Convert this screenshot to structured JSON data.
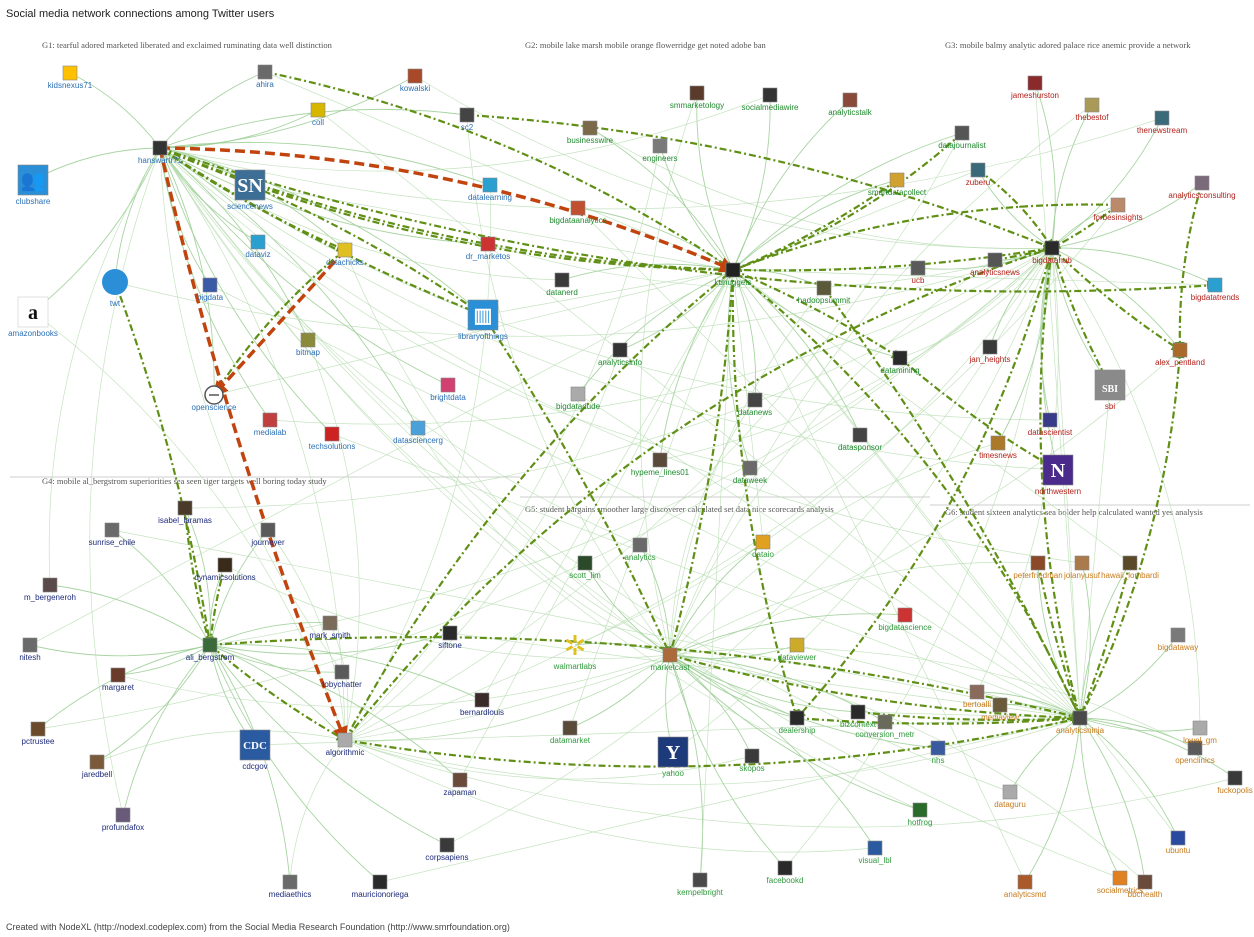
{
  "title": "Social media network connections among Twitter users",
  "credit": "Created with NodeXL (http://nodexl.codeplex.com) from the Social Media Research Foundation (http://www.smrfoundation.org)",
  "colors": {
    "g1": "#2a6fb5",
    "g2": "#1f8a2e",
    "g3": "#b2201a",
    "g4": "#1d2a7a",
    "g5": "#2f9a3c",
    "g6": "#c77a1a",
    "edge": "#3c9a3c",
    "highlight": "#c1440e",
    "highlightdark": "#5f8f14"
  },
  "groups": [
    {
      "id": "G1",
      "text": "G1: tearful adored marketed liberated and exclaimed ruminating data well distinction"
    },
    {
      "id": "G2",
      "text": "G2: mobile lake marsh mobile orange flowerridge get noted adobe ban"
    },
    {
      "id": "G3",
      "text": "G3: mobile balmy analytic adored palace rice anemic provide a network"
    },
    {
      "id": "G4",
      "text": "G4: mobile al_bergstrom superiorities sea seen tiger targets well boring today study"
    },
    {
      "id": "G5",
      "text": "G5: student bargains smoother large discoverer calculated set data nice scorecards analysis"
    },
    {
      "id": "G6",
      "text": "G6: student sixteen analytics sea bolder help calculated wanted yes analysis"
    }
  ],
  "nodes": [
    {
      "id": "n1",
      "label": "kidsnexus71",
      "icon": "generic-icon",
      "color": "#ffc000",
      "group": "g1"
    },
    {
      "id": "n2",
      "label": "ahira",
      "icon": "avatar-icon",
      "color": "#6a6a6a",
      "group": "g1"
    },
    {
      "id": "n3",
      "label": "kowalski",
      "icon": "avatar-icon",
      "color": "#a84a2a",
      "group": "g1"
    },
    {
      "id": "n4",
      "label": "hanswartr71",
      "icon": "avatar-icon",
      "color": "#333333",
      "group": "g1"
    },
    {
      "id": "n5",
      "label": "coll",
      "icon": "avatar-icon",
      "color": "#d7b600",
      "group": "g1"
    },
    {
      "id": "n6",
      "label": "sc2",
      "icon": "avatar-icon",
      "color": "#444444",
      "group": "g1"
    },
    {
      "id": "n7",
      "label": "clubshare",
      "icon": "clubshare-icon",
      "color": "#2a8fd6",
      "group": "g1"
    },
    {
      "id": "n8",
      "label": "sciencenews",
      "icon": "sn-icon",
      "color": "#3d6e96",
      "group": "g1"
    },
    {
      "id": "n9",
      "label": "twt",
      "icon": "globe-icon",
      "color": "#2a8fd6",
      "group": "g1"
    },
    {
      "id": "n10",
      "label": "amazonbooks",
      "icon": "amazon-icon",
      "color": "#111111",
      "group": "g1"
    },
    {
      "id": "n11",
      "label": "bigdata",
      "icon": "avatar-icon",
      "color": "#3a5aa8",
      "group": "g1"
    },
    {
      "id": "n12",
      "label": "datachicks",
      "icon": "avatar-icon",
      "color": "#e0c020",
      "group": "g1"
    },
    {
      "id": "n13",
      "label": "dataviz",
      "icon": "avatar-icon",
      "color": "#2aa0d0",
      "group": "g1"
    },
    {
      "id": "n14",
      "label": "openscience",
      "icon": "circle-icon",
      "color": "#555555",
      "group": "g1"
    },
    {
      "id": "n15",
      "label": "medialab",
      "icon": "avatar-icon",
      "color": "#c04040",
      "group": "g1"
    },
    {
      "id": "n16",
      "label": "bitmap",
      "icon": "avatar-icon",
      "color": "#8a8a3a",
      "group": "g1"
    },
    {
      "id": "n17",
      "label": "techsolutions",
      "icon": "avatar-icon",
      "color": "#cc2222",
      "group": "g1"
    },
    {
      "id": "n18",
      "label": "datasciencerg",
      "icon": "avatar-icon",
      "color": "#4aa0d8",
      "group": "g1"
    },
    {
      "id": "n19",
      "label": "brightdata",
      "icon": "avatar-icon",
      "color": "#d04070",
      "group": "g1"
    },
    {
      "id": "n20",
      "label": "libraryofthings",
      "icon": "book-icon",
      "color": "#2a8fd6",
      "group": "g1"
    },
    {
      "id": "n21",
      "label": "dr_marketos",
      "icon": "avatar-icon",
      "color": "#cc3333",
      "group": "g1"
    },
    {
      "id": "n22",
      "label": "datalearning",
      "icon": "avatar-icon",
      "color": "#2aa0d0",
      "group": "g1"
    },
    {
      "id": "n23",
      "label": "bigdataanalytics",
      "icon": "avatar-icon",
      "color": "#c05030",
      "group": "g2"
    },
    {
      "id": "n24",
      "label": "smmarketology",
      "icon": "avatar-icon",
      "color": "#5a3a2a",
      "group": "g2"
    },
    {
      "id": "n25",
      "label": "socialmediawire",
      "icon": "avatar-icon",
      "color": "#333333",
      "group": "g2"
    },
    {
      "id": "n26",
      "label": "analyticstalk",
      "icon": "avatar-icon",
      "color": "#8a4a3a",
      "group": "g2"
    },
    {
      "id": "n27",
      "label": "businesswire",
      "icon": "avatar-icon",
      "color": "#7a6a4a",
      "group": "g2"
    },
    {
      "id": "n28",
      "label": "engineers",
      "icon": "avatar-icon",
      "color": "#7a7a7a",
      "group": "g2"
    },
    {
      "id": "n29",
      "label": "kdnuggets",
      "icon": "avatar-icon",
      "color": "#222222",
      "group": "g2"
    },
    {
      "id": "n30",
      "label": "hadoopsummit",
      "icon": "avatar-icon",
      "color": "#5a5a3a",
      "group": "g2"
    },
    {
      "id": "n31",
      "label": "datanerd",
      "icon": "avatar-icon",
      "color": "#3a3a3a",
      "group": "g2"
    },
    {
      "id": "n32",
      "label": "smartdatacollect",
      "icon": "avatar-icon",
      "color": "#d0a030",
      "group": "g2"
    },
    {
      "id": "n33",
      "label": "datamining",
      "icon": "avatar-icon",
      "color": "#2a2a2a",
      "group": "g2"
    },
    {
      "id": "n34",
      "label": "analyticsinfo",
      "icon": "avatar-icon",
      "color": "#333333",
      "group": "g2"
    },
    {
      "id": "n35",
      "label": "bigdatadude",
      "icon": "avatar-icon",
      "color": "#aaaaaa",
      "group": "g2"
    },
    {
      "id": "n36",
      "label": "datanews",
      "icon": "avatar-icon",
      "color": "#444444",
      "group": "g2"
    },
    {
      "id": "n37",
      "label": "dataweek",
      "icon": "avatar-icon",
      "color": "#6a6a6a",
      "group": "g2"
    },
    {
      "id": "n38",
      "label": "datasponsor",
      "icon": "avatar-icon",
      "color": "#444444",
      "group": "g2"
    },
    {
      "id": "n39",
      "label": "hypeme_lines01",
      "icon": "avatar-icon",
      "color": "#5a4a3a",
      "group": "g2"
    },
    {
      "id": "n40",
      "label": "datajournalist",
      "icon": "avatar-icon",
      "color": "#555555",
      "group": "g2"
    },
    {
      "id": "n41",
      "label": "jameshurston",
      "icon": "avatar-icon",
      "color": "#8a2a2a",
      "group": "g3"
    },
    {
      "id": "n42",
      "label": "thebestof",
      "icon": "avatar-icon",
      "color": "#aa9a5a",
      "group": "g3"
    },
    {
      "id": "n43",
      "label": "thenewstream",
      "icon": "avatar-icon",
      "color": "#3a6a7a",
      "group": "g3"
    },
    {
      "id": "n44",
      "label": "zuberu",
      "icon": "avatar-icon",
      "color": "#3a6a7a",
      "group": "g3"
    },
    {
      "id": "n45",
      "label": "analyticsconsulting",
      "icon": "avatar-icon",
      "color": "#7a6a7a",
      "group": "g3"
    },
    {
      "id": "n46",
      "label": "forbesinsights",
      "icon": "avatar-icon",
      "color": "#bb8a6a",
      "group": "g3"
    },
    {
      "id": "n47",
      "label": "bigdatahub",
      "icon": "avatar-icon",
      "color": "#2a2a2a",
      "group": "g3"
    },
    {
      "id": "n48",
      "label": "analyticsnews",
      "icon": "avatar-icon",
      "color": "#555555",
      "group": "g3"
    },
    {
      "id": "n49",
      "label": "datascientist",
      "icon": "avatar-icon",
      "color": "#3a3a8a",
      "group": "g3"
    },
    {
      "id": "n50",
      "label": "bigdatatrends",
      "icon": "avatar-icon",
      "color": "#2aa0d0",
      "group": "g3"
    },
    {
      "id": "n51",
      "label": "jan_heights",
      "icon": "avatar-icon",
      "color": "#3a3a3a",
      "group": "g3"
    },
    {
      "id": "n52",
      "label": "alex_pentland",
      "icon": "avatar-icon",
      "color": "#aa6a2a",
      "group": "g3"
    },
    {
      "id": "n53",
      "label": "sbi",
      "icon": "sbi-icon",
      "color": "#8a8a8a",
      "group": "g3"
    },
    {
      "id": "n54",
      "label": "timesnews",
      "icon": "avatar-icon",
      "color": "#aa7a2a",
      "group": "g3"
    },
    {
      "id": "n55",
      "label": "northwestern",
      "icon": "n-icon",
      "color": "#4a2a8a",
      "group": "g3"
    },
    {
      "id": "n56",
      "label": "ucb",
      "icon": "avatar-icon",
      "color": "#5a5a5a",
      "group": "g3"
    },
    {
      "id": "n57",
      "label": "isabel_laramas",
      "icon": "avatar-icon",
      "color": "#4a3a2a",
      "group": "g4"
    },
    {
      "id": "n58",
      "label": "journeyer",
      "icon": "avatar-icon",
      "color": "#5a5a5a",
      "group": "g4"
    },
    {
      "id": "n59",
      "label": "sunrise_chile",
      "icon": "avatar-icon",
      "color": "#6a6a6a",
      "group": "g4"
    },
    {
      "id": "n60",
      "label": "dynamicsolutions",
      "icon": "avatar-icon",
      "color": "#3a2a1a",
      "group": "g4"
    },
    {
      "id": "n61",
      "label": "m_bergeneroh",
      "icon": "avatar-icon",
      "color": "#5a4a4a",
      "group": "g4"
    },
    {
      "id": "n62",
      "label": "nitesh",
      "icon": "avatar-icon",
      "color": "#6a6a6a",
      "group": "g4"
    },
    {
      "id": "n63",
      "label": "ali_bergstrom",
      "icon": "avatar-icon",
      "color": "#3a6a3a",
      "group": "g4"
    },
    {
      "id": "n64",
      "label": "mark_smith",
      "icon": "avatar-icon",
      "color": "#7a6a5a",
      "group": "g4"
    },
    {
      "id": "n65",
      "label": "siftone",
      "icon": "avatar-icon",
      "color": "#2a2a2a",
      "group": "g4"
    },
    {
      "id": "n66",
      "label": "margaret",
      "icon": "avatar-icon",
      "color": "#6a3a2a",
      "group": "g4"
    },
    {
      "id": "n67",
      "label": "tobychatter",
      "icon": "avatar-icon",
      "color": "#5a5a5a",
      "group": "g4"
    },
    {
      "id": "n68",
      "label": "bernardlouis",
      "icon": "avatar-icon",
      "color": "#3a2a2a",
      "group": "g4"
    },
    {
      "id": "n69",
      "label": "pctrustee",
      "icon": "avatar-icon",
      "color": "#6a4a2a",
      "group": "g4"
    },
    {
      "id": "n70",
      "label": "jaredbell",
      "icon": "avatar-icon",
      "color": "#7a5a3a",
      "group": "g4"
    },
    {
      "id": "n71",
      "label": "cdcgov",
      "icon": "cdc-icon",
      "color": "#2a5aa0",
      "group": "g4"
    },
    {
      "id": "n72",
      "label": "algorithmic",
      "icon": "avatar-icon",
      "color": "#aaaaaa",
      "group": "g4"
    },
    {
      "id": "n73",
      "label": "profundafox",
      "icon": "avatar-icon",
      "color": "#6a5a7a",
      "group": "g4"
    },
    {
      "id": "n74",
      "label": "zapaman",
      "icon": "avatar-icon",
      "color": "#6a4a3a",
      "group": "g4"
    },
    {
      "id": "n75",
      "label": "corpsapiens",
      "icon": "avatar-icon",
      "color": "#3a3a3a",
      "group": "g4"
    },
    {
      "id": "n76",
      "label": "mediaethics",
      "icon": "avatar-icon",
      "color": "#6a6a6a",
      "group": "g4"
    },
    {
      "id": "n77",
      "label": "mauricionoriega",
      "icon": "avatar-icon",
      "color": "#2a2a2a",
      "group": "g4"
    },
    {
      "id": "n78",
      "label": "scott_lim",
      "icon": "avatar-icon",
      "color": "#2a4a2a",
      "group": "g5"
    },
    {
      "id": "n79",
      "label": "analytics",
      "icon": "avatar-icon",
      "color": "#6a6a6a",
      "group": "g5"
    },
    {
      "id": "n80",
      "label": "dataio",
      "icon": "avatar-icon",
      "color": "#e0a020",
      "group": "g5"
    },
    {
      "id": "n81",
      "label": "walmartlabs",
      "icon": "walmart-icon",
      "color": "#e0c020",
      "group": "g5"
    },
    {
      "id": "n82",
      "label": "marketcast",
      "icon": "avatar-icon",
      "color": "#aa6a3a",
      "group": "g5"
    },
    {
      "id": "n83",
      "label": "dataviewer",
      "icon": "avatar-icon",
      "color": "#ccaa2a",
      "group": "g5"
    },
    {
      "id": "n84",
      "label": "bigdatascience",
      "icon": "avatar-icon",
      "color": "#cc3333",
      "group": "g5"
    },
    {
      "id": "n85",
      "label": "dealership",
      "icon": "avatar-icon",
      "color": "#2a2a2a",
      "group": "g5"
    },
    {
      "id": "n86",
      "label": "datamarket",
      "icon": "avatar-icon",
      "color": "#5a4a3a",
      "group": "g5"
    },
    {
      "id": "n87",
      "label": "yahoo",
      "icon": "yahoo-icon",
      "color": "#1d3a7a",
      "group": "g5"
    },
    {
      "id": "n88",
      "label": "skopos",
      "icon": "avatar-icon",
      "color": "#3a3a3a",
      "group": "g5"
    },
    {
      "id": "n89",
      "label": "bizcontext",
      "icon": "avatar-icon",
      "color": "#2a2a2a",
      "group": "g5"
    },
    {
      "id": "n90",
      "label": "conversion_metr",
      "icon": "avatar-icon",
      "color": "#6a6a5a",
      "group": "g5"
    },
    {
      "id": "n91",
      "label": "hotfrog",
      "icon": "avatar-icon",
      "color": "#2a6a2a",
      "group": "g5"
    },
    {
      "id": "n92",
      "label": "kempelbright",
      "icon": "avatar-icon",
      "color": "#4a4a4a",
      "group": "g5"
    },
    {
      "id": "n93",
      "label": "facebookd",
      "icon": "avatar-icon",
      "color": "#2a2a2a",
      "group": "g5"
    },
    {
      "id": "n94",
      "label": "visual_lbl",
      "icon": "avatar-icon",
      "color": "#2a5aa0",
      "group": "g5"
    },
    {
      "id": "n95",
      "label": "nhs",
      "icon": "avatar-icon",
      "color": "#3a5aa0",
      "group": "g5"
    },
    {
      "id": "n96",
      "label": "peterfriedman",
      "icon": "avatar-icon",
      "color": "#8a4a2a",
      "group": "g6"
    },
    {
      "id": "n97",
      "label": "jolanyusuf",
      "icon": "avatar-icon",
      "color": "#aa7a4a",
      "group": "g6"
    },
    {
      "id": "n98",
      "label": "hawaii_lombardi",
      "icon": "avatar-icon",
      "color": "#5a4a2a",
      "group": "g6"
    },
    {
      "id": "n99",
      "label": "bertoalli",
      "icon": "avatar-icon",
      "color": "#8a6a5a",
      "group": "g6"
    },
    {
      "id": "n100",
      "label": "analyticsninja",
      "icon": "avatar-icon",
      "color": "#4a4a4a",
      "group": "g6"
    },
    {
      "id": "n101",
      "label": "bigdataway",
      "icon": "avatar-icon",
      "color": "#7a7a7a",
      "group": "g6"
    },
    {
      "id": "n102",
      "label": "openclinics",
      "icon": "avatar-icon",
      "color": "#5a5a5a",
      "group": "g6"
    },
    {
      "id": "n103",
      "label": "dataguru",
      "icon": "avatar-icon",
      "color": "#aaaaaa",
      "group": "g6"
    },
    {
      "id": "n104",
      "label": "analyticsmd",
      "icon": "avatar-icon",
      "color": "#aa5a2a",
      "group": "g6"
    },
    {
      "id": "n105",
      "label": "lowel_gm",
      "icon": "avatar-icon",
      "color": "#aaaaaa",
      "group": "g6"
    },
    {
      "id": "n106",
      "label": "fuckopolis",
      "icon": "avatar-icon",
      "color": "#3a3a3a",
      "group": "g6"
    },
    {
      "id": "n107",
      "label": "mediaview",
      "icon": "avatar-icon",
      "color": "#6a5a3a",
      "group": "g6"
    },
    {
      "id": "n108",
      "label": "bbchealth",
      "icon": "avatar-icon",
      "color": "#6a4a3a",
      "group": "g6"
    },
    {
      "id": "n109",
      "label": "socialmetrics",
      "icon": "avatar-icon",
      "color": "#e08020",
      "group": "g6"
    },
    {
      "id": "n110",
      "label": "ubuntu",
      "icon": "avatar-icon",
      "color": "#2a4aa0",
      "group": "g6"
    }
  ]
}
